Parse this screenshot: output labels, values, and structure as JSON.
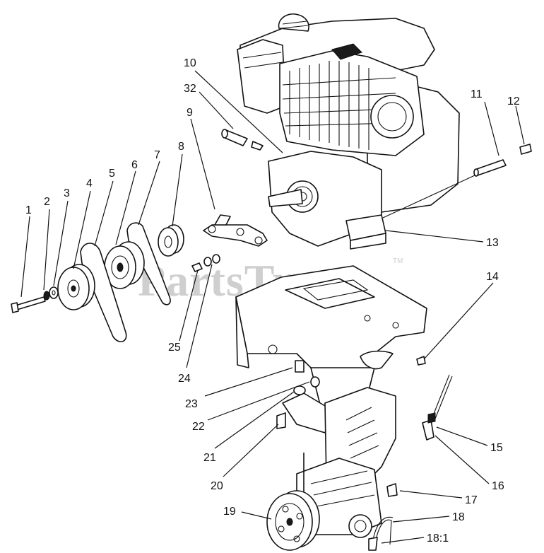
{
  "watermark": {
    "text": "PartsTree",
    "trademark": "TM"
  },
  "callouts": [
    {
      "id": "1",
      "label": "1"
    },
    {
      "id": "2",
      "label": "2"
    },
    {
      "id": "3",
      "label": "3"
    },
    {
      "id": "4",
      "label": "4"
    },
    {
      "id": "5",
      "label": "5"
    },
    {
      "id": "6",
      "label": "6"
    },
    {
      "id": "7",
      "label": "7"
    },
    {
      "id": "8",
      "label": "8"
    },
    {
      "id": "9",
      "label": "9"
    },
    {
      "id": "10",
      "label": "10"
    },
    {
      "id": "11",
      "label": "11"
    },
    {
      "id": "12",
      "label": "12"
    },
    {
      "id": "13",
      "label": "13"
    },
    {
      "id": "14",
      "label": "14"
    },
    {
      "id": "15",
      "label": "15"
    },
    {
      "id": "16",
      "label": "16"
    },
    {
      "id": "17",
      "label": "17"
    },
    {
      "id": "18",
      "label": "18"
    },
    {
      "id": "18_1",
      "label": "18:1"
    },
    {
      "id": "19",
      "label": "19"
    },
    {
      "id": "20",
      "label": "20"
    },
    {
      "id": "21",
      "label": "21"
    },
    {
      "id": "22",
      "label": "22"
    },
    {
      "id": "23",
      "label": "23"
    },
    {
      "id": "24",
      "label": "24"
    },
    {
      "id": "25",
      "label": "25"
    },
    {
      "id": "32",
      "label": "32"
    }
  ]
}
